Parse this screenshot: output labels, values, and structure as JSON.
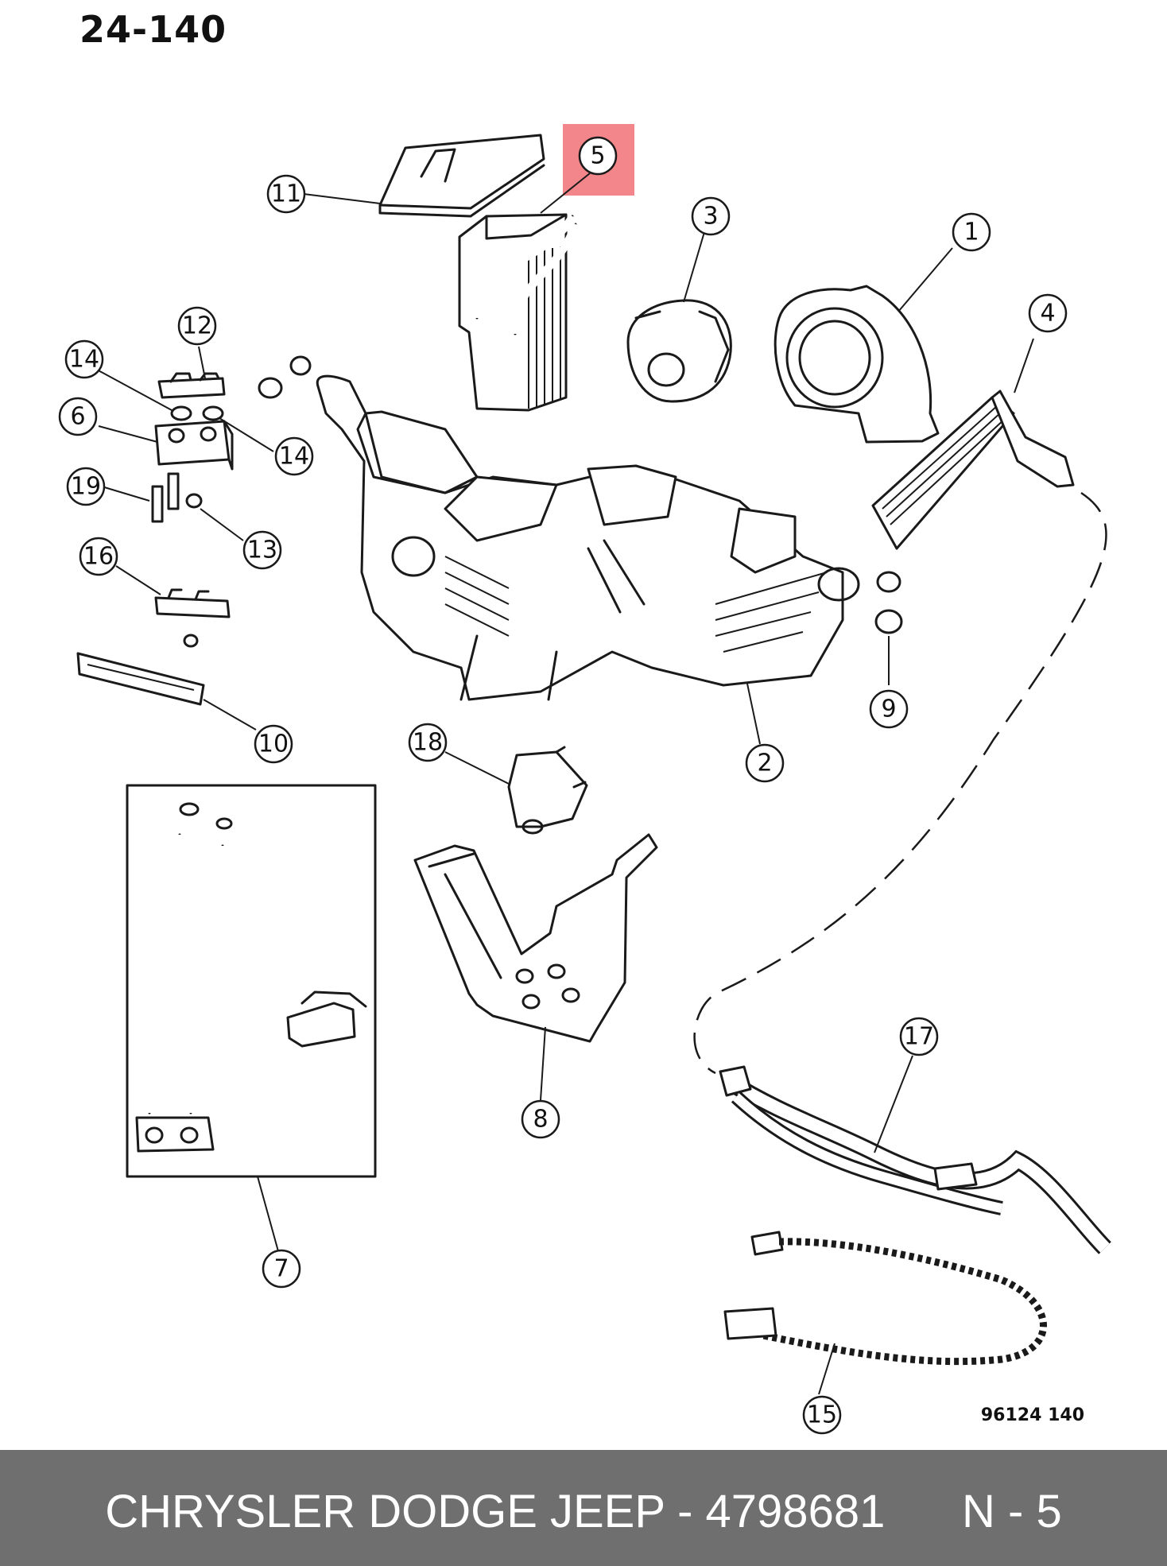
{
  "page_number": "24-140",
  "drawing_code": "96124 140",
  "highlight_color": "#f2868a",
  "footer": {
    "background_color": "#6f6f6f",
    "text": "CHRYSLER DODGE JEEP - 4798681      N - 5"
  },
  "callouts": {
    "c1": "1",
    "c2": "2",
    "c3": "3",
    "c4": "4",
    "c5": "5",
    "c6": "6",
    "c7": "7",
    "c8": "8",
    "c9": "9",
    "c10": "10",
    "c11": "11",
    "c12": "12",
    "c13": "13",
    "c14a": "14",
    "c14b": "14",
    "c15": "15",
    "c16": "16",
    "c17": "17",
    "c18": "18",
    "c19": "19"
  }
}
